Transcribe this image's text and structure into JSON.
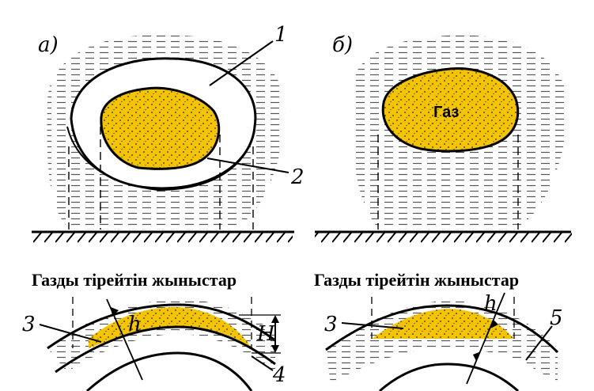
{
  "panels": {
    "a": {
      "letter": "а)"
    },
    "b": {
      "letter": "б)",
      "gas_label": "Газ"
    }
  },
  "callouts": {
    "c1": "1",
    "c2": "2",
    "c3_left": "3",
    "c4": "4",
    "c3_right": "3",
    "c5": "5"
  },
  "dimensions": {
    "h_left": "h",
    "H": "H",
    "h_right": "h"
  },
  "captions": {
    "left": "Газды тірейтін жыныстар",
    "right": "Газды тірейтін жыныстар"
  },
  "colors": {
    "gas": "#f5c400",
    "water_line": "#555555",
    "ink": "#000000"
  }
}
